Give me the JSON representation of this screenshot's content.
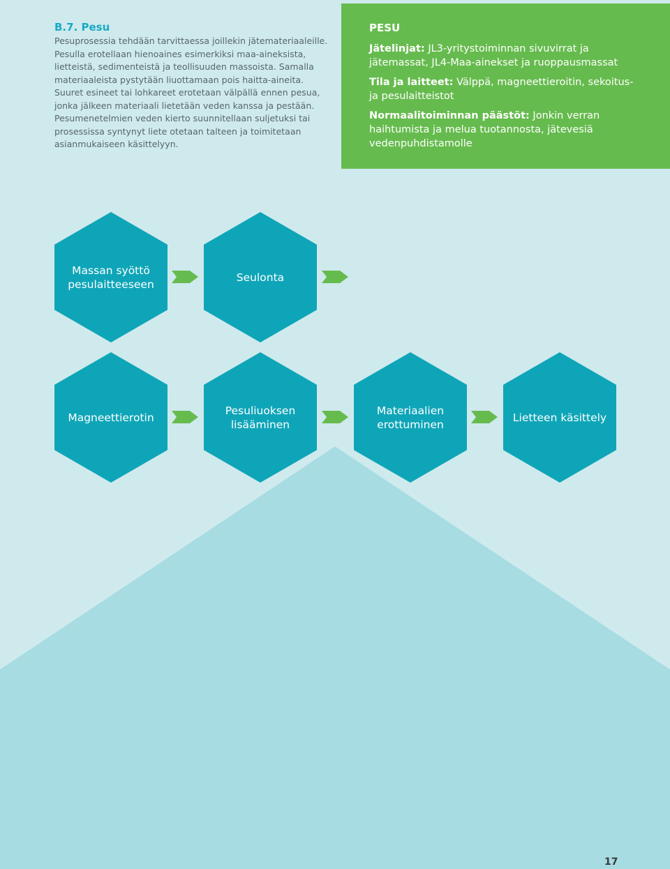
{
  "intro": {
    "heading": "B.7. Pesu",
    "body": "Pesuprosessia tehdään tarvittaessa joillekin jätemateriaaleille. Pesulla erotellaan hienoaines esimerkiksi maa-aineksista, lietteistä, sedimenteistä ja teollisuuden massoista. Samalla materiaaleista pystytään liuottamaan pois haitta-aineita. Suuret esineet tai lohkareet erotetaan välpällä ennen pesua, jonka jälkeen materiaali lietetään veden kanssa ja pestään. Pesumenetelmien veden kierto suunnitellaan suljetuksi tai prosessissa syntynyt liete otetaan talteen ja toimitetaan asianmukaiseen käsittelyyn."
  },
  "panel": {
    "title": "PESU",
    "jatelinjat_label": "Jätelinjat:",
    "jatelinjat_value": "JL3-yritystoiminnan sivuvirrat ja jätemassat, JL4-Maa-ainekset ja ruoppausmassat",
    "tila_label": "Tila ja laitteet:",
    "tila_value": "Välppä, magneettieroitin, sekoitus- ja pesulaitteistot",
    "paastot_label": "Normaalitoiminnan päästöt:",
    "paastot_value": "Jonkin verran haihtumista ja melua tuotannosta, jätevesiä vedenpuhdistamolle"
  },
  "process": {
    "row1": [
      "Massan syöttö pesulaitteeseen",
      "Seulonta"
    ],
    "row2": [
      "Magneettierotin",
      "Pesuliuoksen lisääminen",
      "Materiaalien erottuminen",
      "Lietteen käsittely"
    ]
  },
  "page_number": "17",
  "colors": {
    "background": "#cfeaed",
    "triangle": "#a6dce2",
    "hexagon": "#0fa5b8",
    "panel": "#66bb4e",
    "arrow": "#66bb4e",
    "heading": "#1aa9c4"
  }
}
